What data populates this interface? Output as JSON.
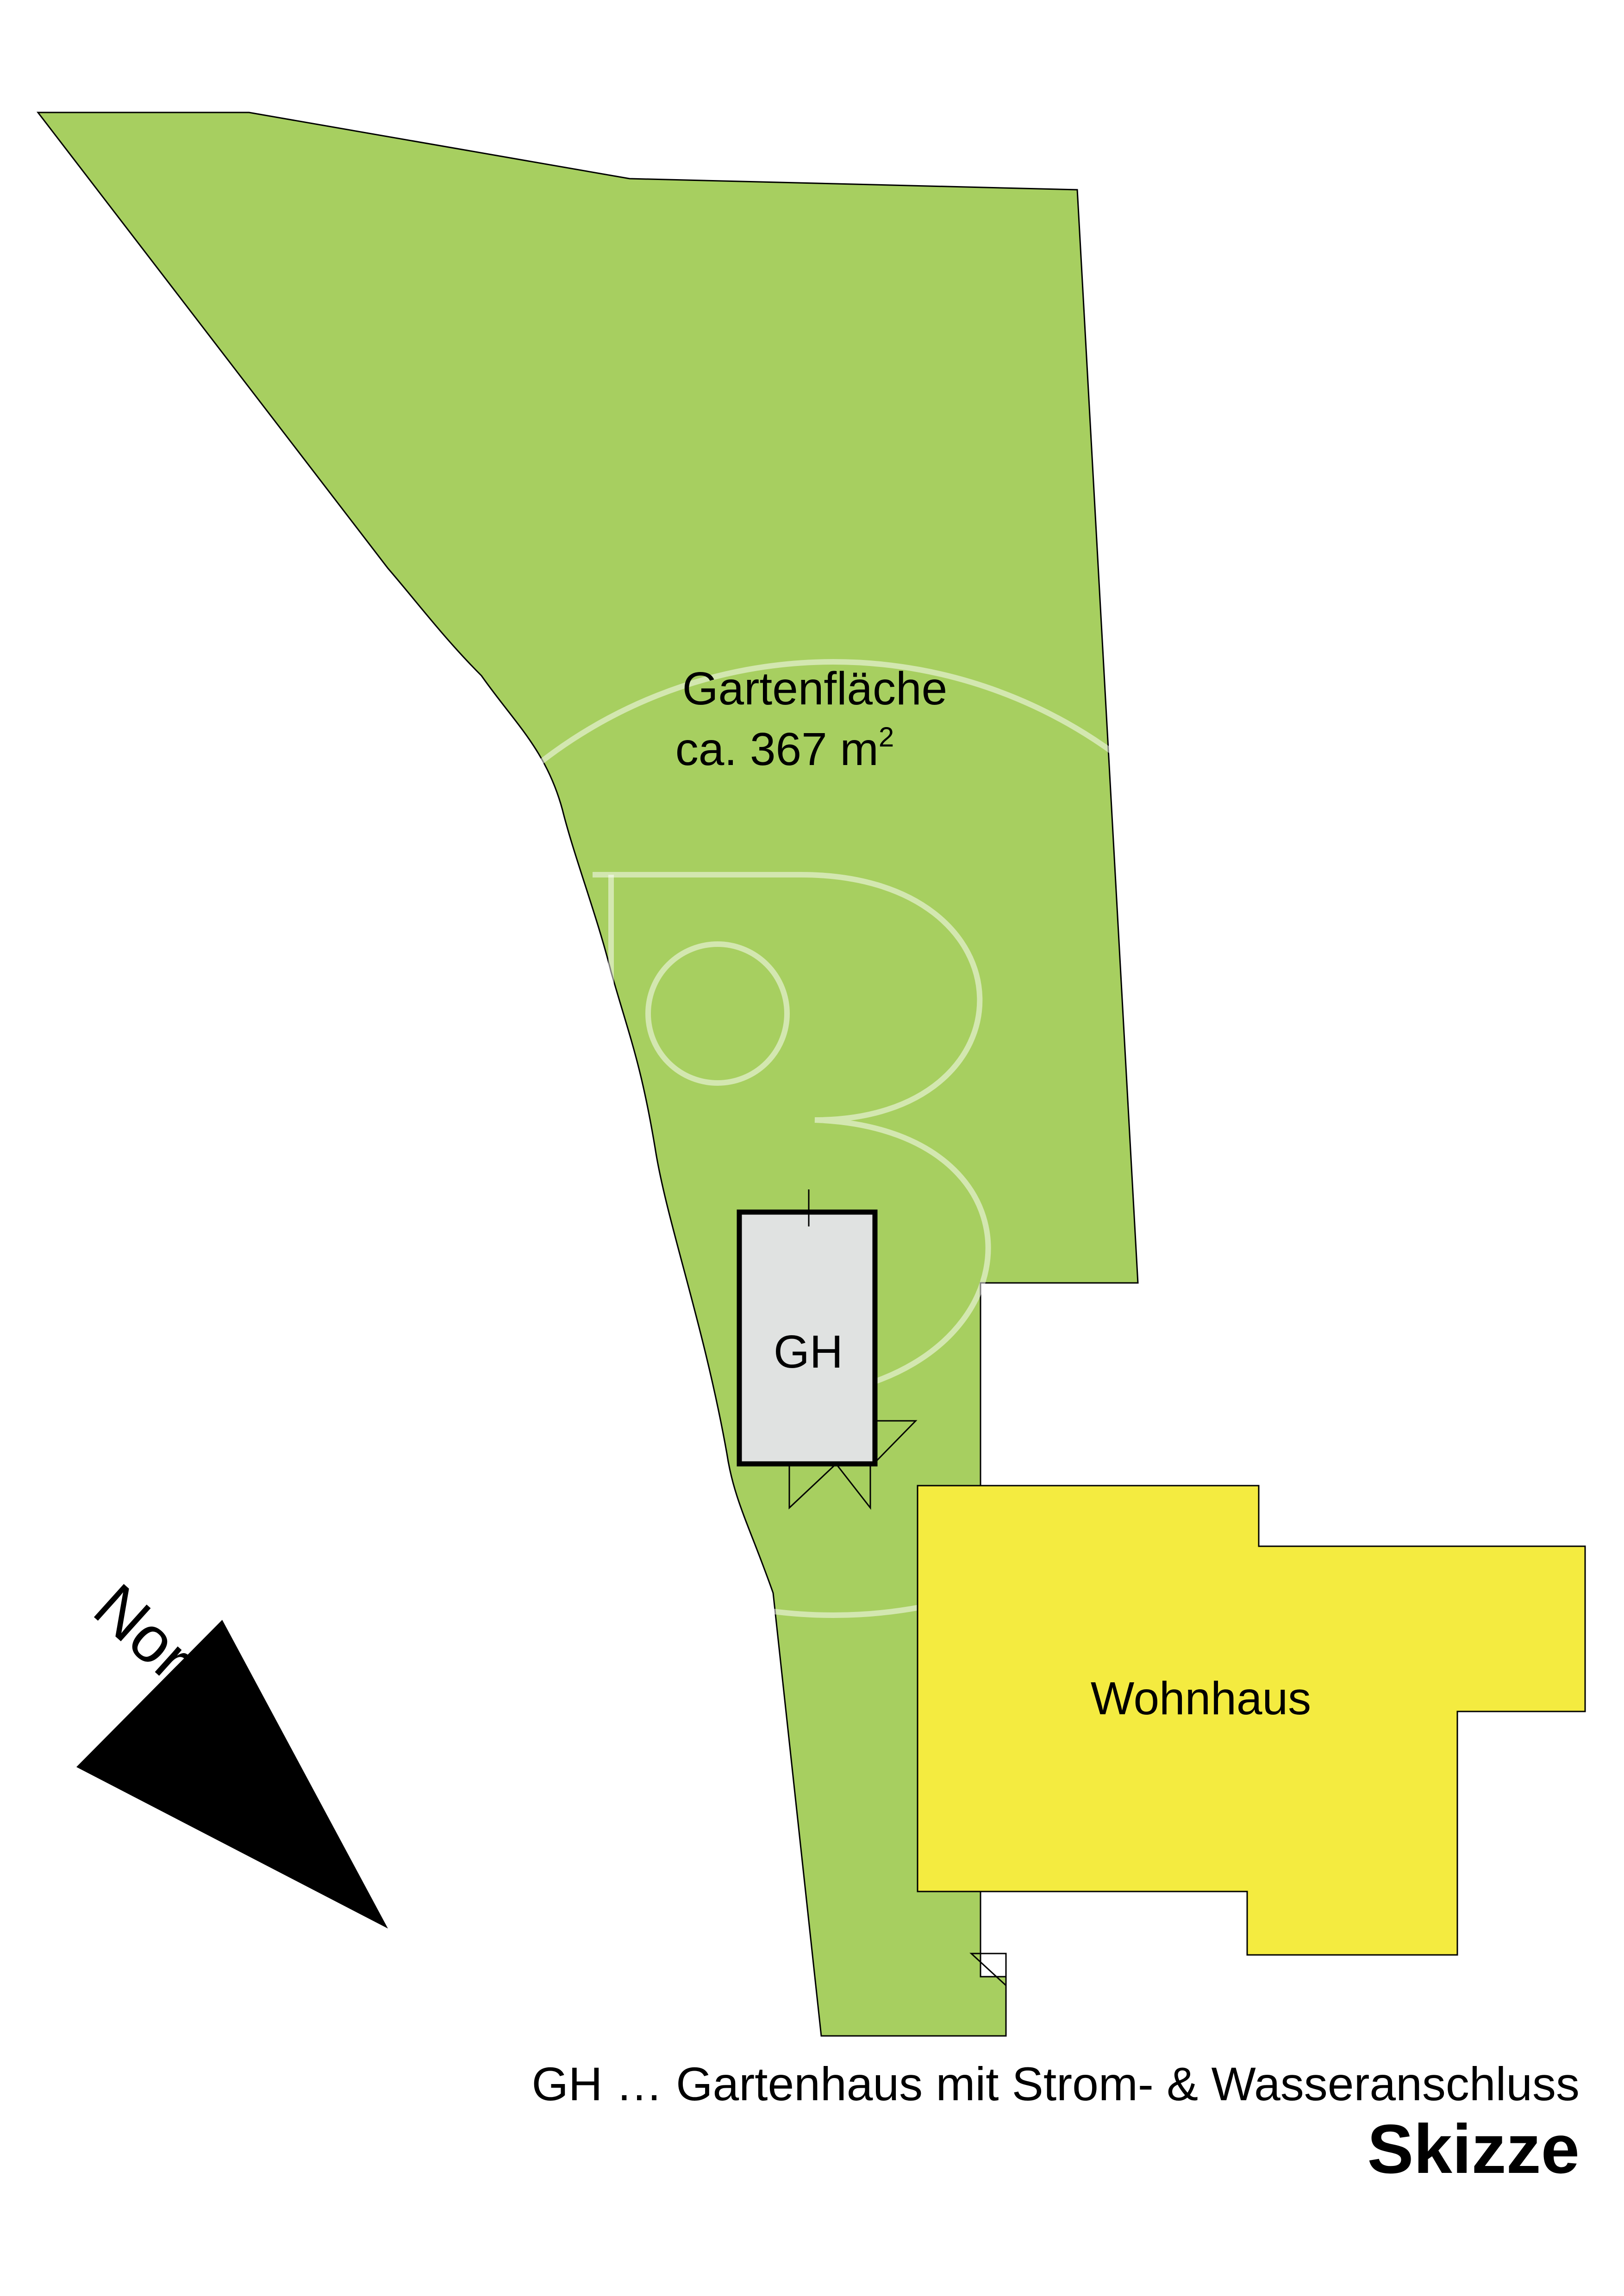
{
  "labels": {
    "garden_name": "Gartenfläche",
    "garden_area_prefix": "ca. 367 m",
    "garden_area_exponent": "2",
    "gardenhouse": "GH",
    "house": "Wohnhaus",
    "north": "Norden",
    "legend": "GH … Gartenhaus mit Strom- & Wasseranschluss",
    "title": "Skizze"
  },
  "colors": {
    "garden": "#a7cf60",
    "house": "#f4eb40",
    "gardenhouse": "#e0e2e1",
    "north_arrow": "#000000"
  }
}
